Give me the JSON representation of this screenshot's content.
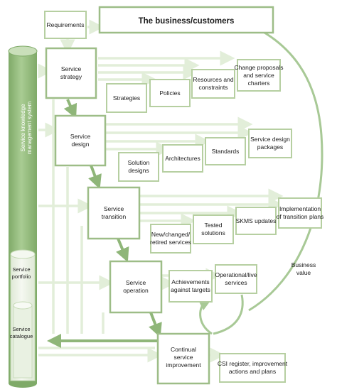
{
  "labels": {
    "business": "The business/customers",
    "requirements": "Requirements",
    "skms_l1": "Service knowledge",
    "skms_l2": "management system",
    "service_portfolio_l1": "Service",
    "service_portfolio_l2": "portfolio",
    "service_catalogue_l1": "Service",
    "service_catalogue_l2": "catalogue",
    "strategy_l1": "Service",
    "strategy_l2": "strategy",
    "strategies": "Strategies",
    "policies": "Policies",
    "resources_l1": "Resources and",
    "resources_l2": "constraints",
    "change_l1": "Change proposals",
    "change_l2": "and service",
    "change_l3": "charters",
    "design_l1": "Service",
    "design_l2": "design",
    "solution_l1": "Solution",
    "solution_l2": "designs",
    "architectures": "Architectures",
    "standards": "Standards",
    "sdp_l1": "Service design",
    "sdp_l2": "packages",
    "transition_l1": "Service",
    "transition_l2": "transition",
    "newchanged_l1": "New/changed/",
    "newchanged_l2": "retired services",
    "tested_l1": "Tested",
    "tested_l2": "solutions",
    "skms_updates": "SKMS updates",
    "impl_l1": "Implementation",
    "impl_l2": "of transition plans",
    "operation_l1": "Service",
    "operation_l2": "operation",
    "achievements_l1": "Achievements",
    "achievements_l2": "against targets",
    "oplive_l1": "Operational/live",
    "oplive_l2": "services",
    "business_value_l1": "Business",
    "business_value_l2": "value",
    "csi_l1": "Continual",
    "csi_l2": "service",
    "csi_l3": "improvement",
    "csireg_l1": "CSI register, improvement",
    "csireg_l2": "actions and plans"
  },
  "colors": {
    "box_border": "#b6cfa1",
    "flow_dark": "#8fb679",
    "flow_light": "#e2eed9",
    "cylinder": "#9fc389"
  }
}
